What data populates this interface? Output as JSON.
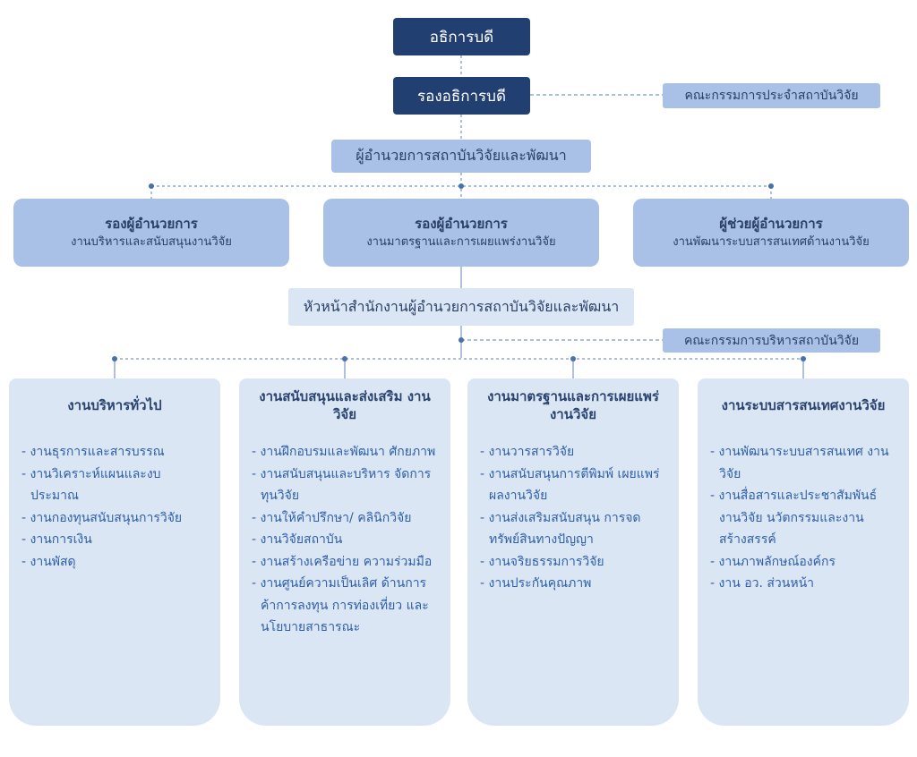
{
  "top": {
    "president": "อธิการบดี",
    "vice_president": "รองอธิการบดี"
  },
  "institute_committee": "คณะกรรมการประจำสถาบันวิจัย",
  "director": "ผู้อำนวยการสถาบันวิจัยและพัฒนา",
  "deputies": [
    {
      "title": "รองผู้อำนวยการ",
      "subtitle": "งานบริหารและสนับสนุนงานวิจัย"
    },
    {
      "title": "รองผู้อำนวยการ",
      "subtitle": "งานมาตรฐานและการเผยแพร่งานวิจัย"
    },
    {
      "title": "ผู้ช่วยผู้อำนวยการ",
      "subtitle": "งานพัฒนาระบบสารสนเทศด้านงานวิจัย"
    }
  ],
  "office_head": "หัวหน้าสำนักงานผู้อำนวยการสถาบันวิจัยและพัฒนา",
  "admin_committee": "คณะกรรมการบริหารสถาบันวิจัย",
  "units": [
    {
      "title": "งานบริหารทั่วไป",
      "items": [
        "- งานธุรการและสารบรรณ",
        "- งานวิเคราะห์แผนและงบประมาณ",
        "- งานกองทุนสนับสนุนการวิจัย",
        "- งานการเงิน",
        "- งานพัสดุ"
      ]
    },
    {
      "title": "งานสนับสนุนและส่งเสริม งานวิจัย",
      "items": [
        "- งานฝึกอบรมและพัฒนา ศักยภาพ",
        "- งานสนับสนุนและบริหาร จัดการทุนวิจัย",
        "- งานให้คำปรึกษา/ คลินิกวิจัย",
        "- งานวิจัยสถาบัน",
        "- งานสร้างเครือข่าย ความร่วมมือ",
        "- งานศูนย์ความเป็นเลิศ ด้านการค้าการลงทุน การท่องเที่ยว และนโยบายสาธารณะ"
      ]
    },
    {
      "title": "งานมาตรฐานและการเผยแพร่ งานวิจัย",
      "items": [
        "- งานวารสารวิจัย",
        "- งานสนับสนุนการตีพิมพ์ เผยแพร่ผลงานวิจัย",
        "- งานส่งเสริมสนับสนุน การจดทรัพย์สินทางปัญญา",
        "- งานจริยธรรมการวิจัย",
        "- งานประกันคุณภาพ"
      ]
    },
    {
      "title": "งานระบบสารสนเทศงานวิจัย",
      "items": [
        "- งานพัฒนาระบบสารสนเทศ งานวิจัย",
        "- งานสื่อสารและประชาสัมพันธ์ งานวิจัย นวัตกรรมและงาน สร้างสรรค์",
        "- งานภาพลักษณ์องค์กร",
        "- งาน อว. ส่วนหน้า"
      ]
    }
  ],
  "colors": {
    "dark": "#223f72",
    "mid": "#a9c1e6",
    "pale": "#dbe6f5",
    "line": "#5a7db5",
    "text": "#2e5fa6"
  }
}
